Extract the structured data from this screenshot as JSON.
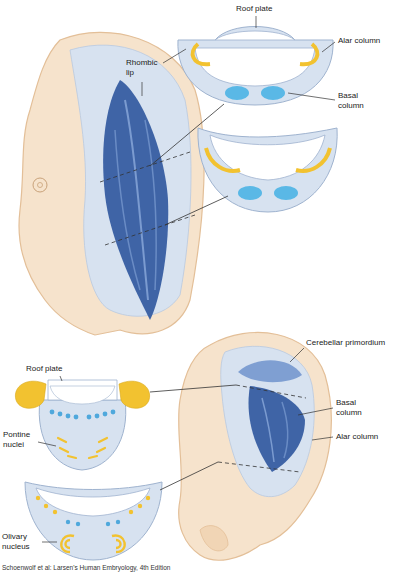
{
  "diagram": {
    "caption": "Schoenwolf et al: Larsen's Human Embryology, 4th Edition",
    "labels": [
      "Roof plate",
      "Rhombic lip",
      "Alar column",
      "Basal column",
      "Cerebellar primordium",
      "Basal column",
      "Alar column",
      "Roof plate",
      "Pontine nuclei",
      "Olivary nucleus"
    ]
  }
}
